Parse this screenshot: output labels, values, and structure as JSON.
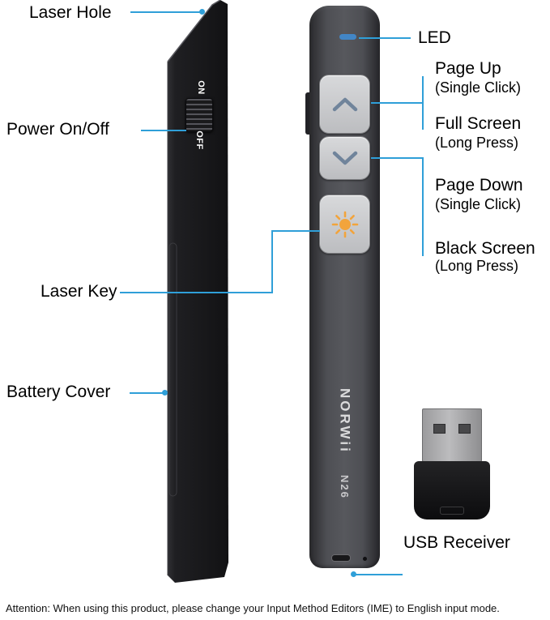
{
  "colors": {
    "callout_blue": "#2f9fd8",
    "laser_orange": "#f2a43c",
    "led_blue": "#4286c6"
  },
  "side_view": {
    "switch_on": "ON",
    "switch_off": "OFF"
  },
  "front_view": {
    "brand": "NORWii",
    "model": "N26"
  },
  "icons": {
    "page_up_button": "chevron-up",
    "page_down_button": "chevron-down",
    "laser_button": "sun-burst"
  },
  "callouts": {
    "laser_hole": "Laser Hole",
    "power": "Power On/Off",
    "laser_key": "Laser Key",
    "battery_cover": "Battery Cover",
    "led": "LED",
    "page_up": "Page Up",
    "page_up_sub": "(Single Click)",
    "full_screen": "Full Screen",
    "full_screen_sub": "(Long Press)",
    "page_down": "Page Down",
    "page_down_sub": "(Single Click)",
    "black_screen": "Black Screen",
    "black_screen_sub": "(Long Press)",
    "usb_receiver": "USB Receiver"
  },
  "footer": {
    "attention": "Attention: When using this product, please change your Input Method Editors (IME) to English input mode."
  }
}
